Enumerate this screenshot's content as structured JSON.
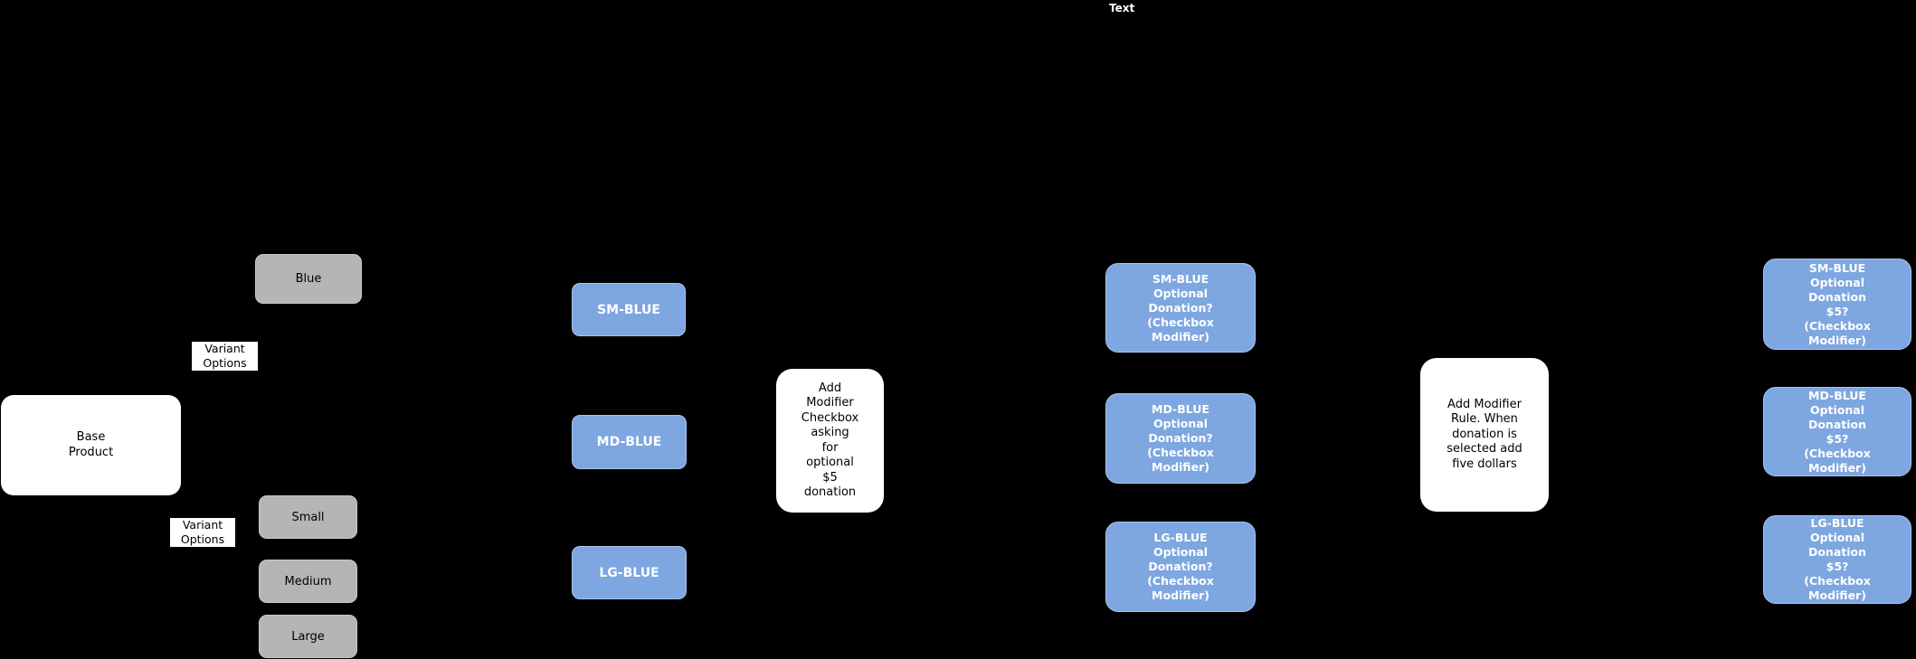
{
  "colors": {
    "background": "#000000",
    "node_blue": "#7EA6E0",
    "node_blue_border": "#A9C5EC",
    "node_gray": "#B5B5B5",
    "node_gray_border": "#C9C9C9",
    "node_white": "#FFFFFF",
    "text_dark": "#000000",
    "text_light": "#FFFFFF"
  },
  "diagram": {
    "top_label": "Text",
    "base_product": "Base\nProduct",
    "variant_options_label_1": "Variant\nOptions",
    "variant_options_label_2": "Variant\nOptions",
    "color_option": "Blue",
    "size_options": [
      "Small",
      "Medium",
      "Large"
    ],
    "skus": [
      "SM-BLUE",
      "MD-BLUE",
      "LG-BLUE"
    ],
    "modifier_checkbox_note": "Add\nModifier\nCheckbox\nasking\nfor\noptional\n$5\ndonation",
    "donation_question_nodes": [
      "SM-BLUE\nOptional\nDonation?\n(Checkbox\nModifier)",
      "MD-BLUE\nOptional\nDonation?\n(Checkbox\nModifier)",
      "LG-BLUE\nOptional\nDonation?\n(Checkbox\nModifier)"
    ],
    "modifier_rule_note": "Add Modifier\nRule. When\ndonation is\nselected add\nfive dollars",
    "donation_amount_nodes": [
      "SM-BLUE\nOptional\nDonation\n$5?\n(Checkbox\nModifier)",
      "MD-BLUE\nOptional\nDonation\n$5?\n(Checkbox\nModifier)",
      "LG-BLUE\nOptional\nDonation\n$5?\n(Checkbox\nModifier)"
    ]
  }
}
